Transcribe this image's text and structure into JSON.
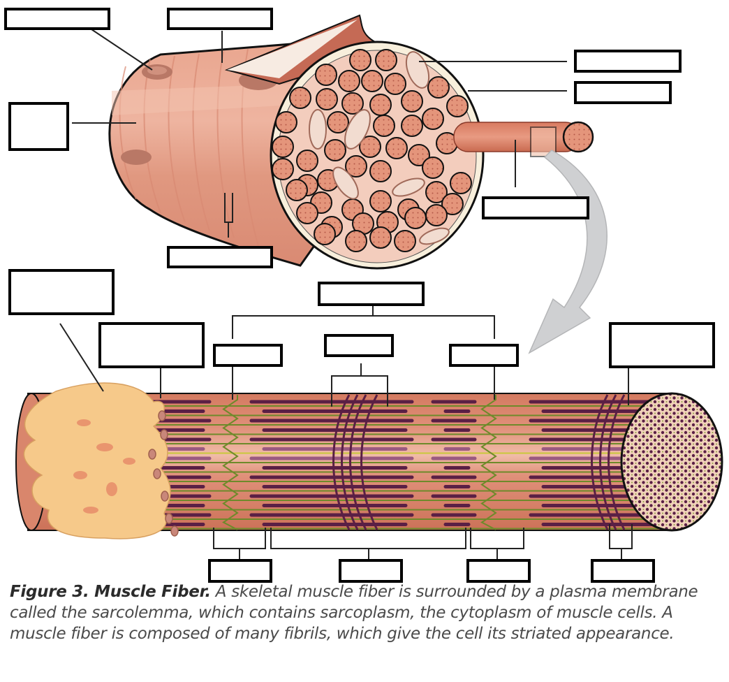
{
  "figure": {
    "title": "Muscle Fiber diagram (unlabeled)",
    "label_boxes": [
      {
        "id": "top-left",
        "text": ""
      },
      {
        "id": "top-center",
        "text": ""
      },
      {
        "id": "left-mid",
        "text": ""
      },
      {
        "id": "bottom-center-upper",
        "text": ""
      },
      {
        "id": "right-top-1",
        "text": ""
      },
      {
        "id": "right-top-2",
        "text": ""
      },
      {
        "id": "myofibril-label",
        "text": ""
      },
      {
        "id": "lower-left-tall",
        "text": ""
      },
      {
        "id": "lower-left-wide",
        "text": ""
      },
      {
        "id": "sarcomere-top",
        "text": ""
      },
      {
        "id": "z-disc-left",
        "text": ""
      },
      {
        "id": "a-band-top",
        "text": ""
      },
      {
        "id": "z-disc-right",
        "text": ""
      },
      {
        "id": "right-tall",
        "text": ""
      },
      {
        "id": "bottom-1",
        "text": ""
      },
      {
        "id": "bottom-2",
        "text": ""
      },
      {
        "id": "bottom-3",
        "text": ""
      },
      {
        "id": "bottom-4",
        "text": ""
      }
    ],
    "colors": {
      "muscle": "#e0957c",
      "muscle_dark": "#c86a52",
      "fibril_fill": "#e08d73",
      "cross_section": "#f3cdbd",
      "sarcolemma_edge": "#f8efdc",
      "thick_filament": "#5a1f45",
      "thin_filament": "#6e8a2a",
      "t_tubule_network": "#f6c98a",
      "arrow": "#cfd0d2"
    }
  },
  "caption": {
    "bold": "Figure 3. Muscle Fiber.",
    "text": " A skeletal muscle fiber is surrounded by a plasma membrane called the sarcolemma, which contains sarcoplasm, the cytoplasm of muscle cells. A muscle fiber is composed of many fibrils, which give the cell its striated appearance."
  }
}
